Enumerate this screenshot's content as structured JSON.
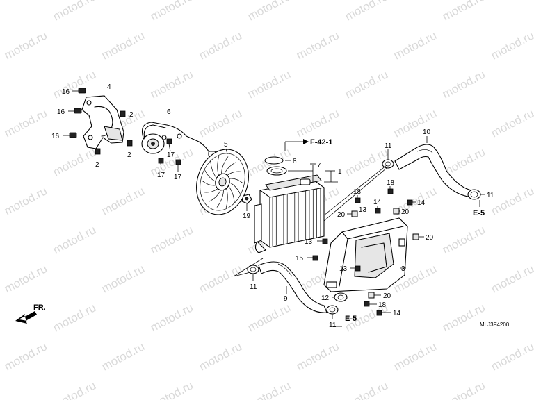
{
  "watermark": "motod.ru",
  "diagram_code": "MLJ3F4200",
  "front_marker": "FR.",
  "references": {
    "top": "F-42-1",
    "hose_right": "E-5",
    "hose_bottom": "E-5"
  },
  "callouts": {
    "c16a": "16",
    "c16b": "16",
    "c16c": "16",
    "c4": "4",
    "c2a": "2",
    "c2b": "2",
    "c2c": "2",
    "c6": "6",
    "c17a": "17",
    "c17b": "17",
    "c17c": "17",
    "c5": "5",
    "c19": "19",
    "c8": "8",
    "c7": "7",
    "c1": "1",
    "c11a": "11",
    "c11b": "11",
    "c11c": "11",
    "c11d": "11",
    "c10": "10",
    "c18a": "18",
    "c18b": "18",
    "c18c": "18",
    "c14a": "14",
    "c14b": "14",
    "c14c": "14",
    "c20a": "20",
    "c20b": "20",
    "c20c": "20",
    "c20d": "20",
    "c13a": "13",
    "c13b": "13",
    "c15": "15",
    "c3": "3",
    "c12": "12",
    "c9": "9"
  }
}
